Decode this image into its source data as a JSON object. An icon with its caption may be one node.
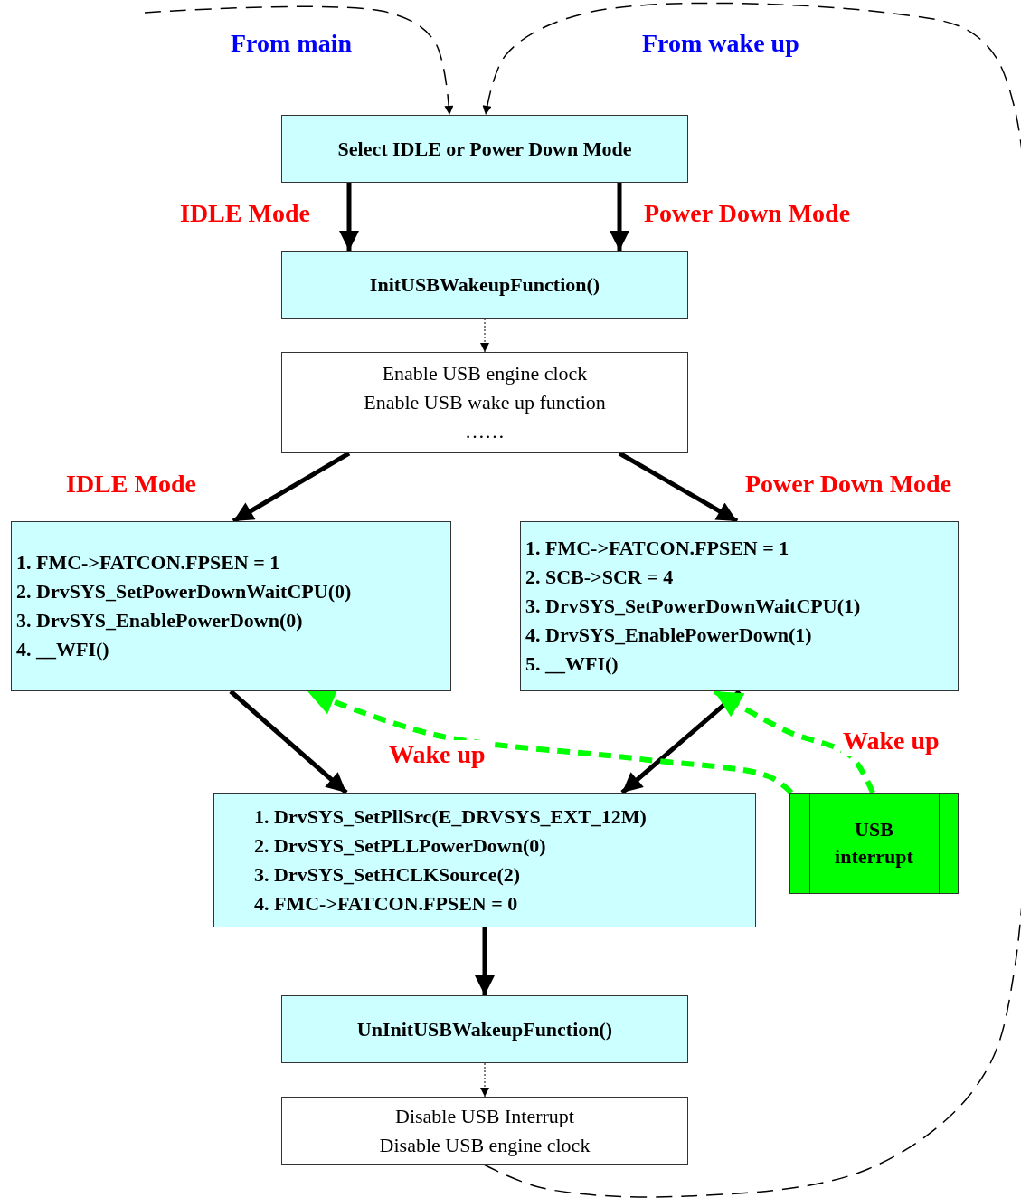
{
  "diagram": {
    "nodes": [
      {
        "text": [
          "Select IDLE or Power Down Mode"
        ]
      },
      {
        "text": [
          "InitUSBWakeupFunction()"
        ]
      },
      {
        "text": [
          "Enable USB engine clock",
          "Enable USB wake up function",
          "……"
        ]
      },
      {
        "text": [
          "1. FMC->FATCON.FPSEN = 1",
          "2. DrvSYS_SetPowerDownWaitCPU(0)",
          "3. DrvSYS_EnablePowerDown(0)",
          "4. __WFI()"
        ]
      },
      {
        "text": [
          "1. FMC->FATCON.FPSEN = 1",
          "2. SCB->SCR = 4",
          "3. DrvSYS_SetPowerDownWaitCPU(1)",
          "4. DrvSYS_EnablePowerDown(1)",
          "5. __WFI()"
        ]
      },
      {
        "text": [
          "1. DrvSYS_SetPllSrc(E_DRVSYS_EXT_12M)",
          "2. DrvSYS_SetPLLPowerDown(0)",
          "3. DrvSYS_SetHCLKSource(2)",
          "4. FMC->FATCON.FPSEN = 0"
        ]
      },
      {
        "text": [
          "USB interrupt"
        ]
      },
      {
        "text": [
          "UnInitUSBWakeupFunction()"
        ]
      },
      {
        "text": [
          "Disable USB Interrupt",
          "Disable USB engine clock"
        ]
      }
    ],
    "edges": [
      {
        "from": null,
        "to": 0,
        "arrow": "to",
        "style": "dashed",
        "label": "From main"
      },
      {
        "from": 8,
        "to": 0,
        "arrow": "to",
        "style": "dashed",
        "label": "From wake up"
      },
      {
        "from": 0,
        "to": 1,
        "arrow": "to",
        "label": "IDLE Mode"
      },
      {
        "from": 0,
        "to": 1,
        "arrow": "to",
        "label": "Power Down Mode"
      },
      {
        "from": 1,
        "to": 2,
        "arrow": "to",
        "style": "dashed"
      },
      {
        "from": 2,
        "to": 3,
        "arrow": "to",
        "label": "IDLE Mode"
      },
      {
        "from": 2,
        "to": 4,
        "arrow": "to",
        "label": "Power Down Mode"
      },
      {
        "from": 3,
        "to": 5,
        "arrow": "to"
      },
      {
        "from": 4,
        "to": 5,
        "arrow": "to"
      },
      {
        "from": 6,
        "to": 3,
        "arrow": "to",
        "style": "dashed",
        "color": "#00ff00",
        "label": "Wake up"
      },
      {
        "from": 6,
        "to": 4,
        "arrow": "to",
        "style": "dashed",
        "color": "#00ff00",
        "label": "Wake up"
      },
      {
        "from": 5,
        "to": 7,
        "arrow": "to"
      },
      {
        "from": 7,
        "to": 8,
        "arrow": "to",
        "style": "dashed"
      }
    ]
  }
}
